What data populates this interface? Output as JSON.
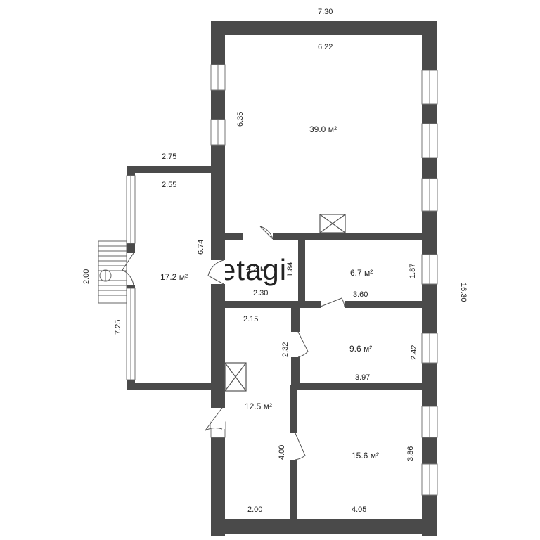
{
  "watermark": "etagi",
  "rooms": {
    "main": {
      "area": "39.0 м²",
      "dim_width": "6.22",
      "dim_height": "6.35"
    },
    "left": {
      "area": "17.2 м²",
      "dim_outer_width": "2.75",
      "dim_width": "2.55",
      "dim_height": "6.74"
    },
    "small": {
      "area": "4.2 м²",
      "dim_width": "2.30",
      "dim_height": "1.84"
    },
    "mid_right": {
      "area": "6.7 м²",
      "dim_width": "3.60",
      "dim_height": "1.87"
    },
    "hall": {
      "area": "12.5 м²",
      "dim_top": "2.15",
      "dim_bottom": "2.00",
      "dim_upper_height": "2.32",
      "dim_lower_height": "4.00"
    },
    "r96": {
      "area": "9.6 м²",
      "dim_width": "3.97",
      "dim_height": "2.42"
    },
    "r156": {
      "area": "15.6 м²",
      "dim_width": "4.05",
      "dim_height": "3.86"
    }
  },
  "outer": {
    "total_width": "7.30",
    "total_height": "16.30"
  },
  "porch": {
    "width": "2.00",
    "height": "7.25"
  }
}
